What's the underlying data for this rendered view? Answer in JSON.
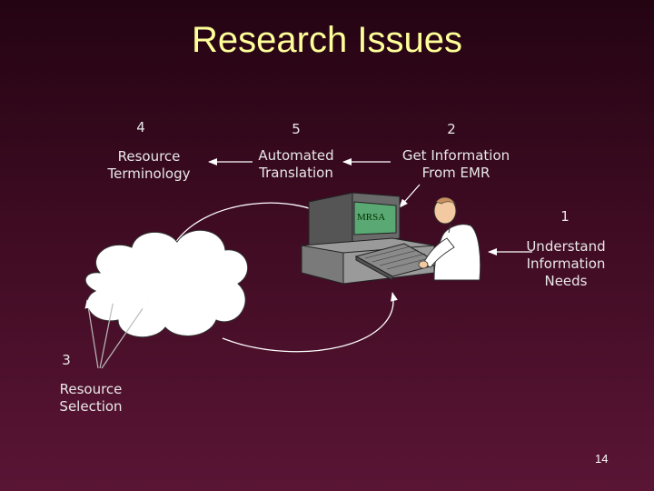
{
  "title": "Research Issues",
  "steps": {
    "s4": {
      "number": "4",
      "label_line1": "Resource",
      "label_line2": "Terminology"
    },
    "s5": {
      "number": "5",
      "label_line1": "Automated",
      "label_line2": "Translation"
    },
    "s2": {
      "number": "2",
      "label_line1": "Get Information",
      "label_line2": "From EMR"
    },
    "s1": {
      "number": "1",
      "label_line1": "Understand",
      "label_line2": "Information",
      "label_line3": "Needs"
    },
    "s3": {
      "number": "3",
      "label_line1": "Resource",
      "label_line2": "Selection"
    }
  },
  "monitor_text": "MRSA",
  "slide_number": "14",
  "colors": {
    "title": "#ffff99",
    "text": "#e8e8e8",
    "background": "#3e0b22"
  }
}
